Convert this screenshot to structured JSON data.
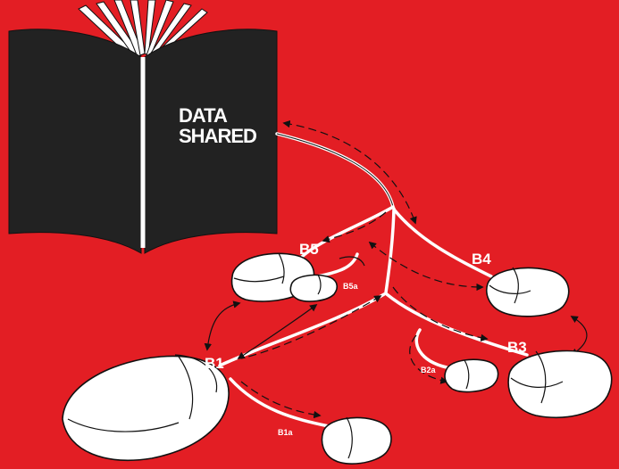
{
  "book": {
    "title_line1": "DATA",
    "title_line2": "SHARED"
  },
  "nodes": {
    "b1": "B1",
    "b1a": "B1a",
    "b2a": "B2a",
    "b3": "B3",
    "b4": "B4",
    "b5": "B5",
    "b5a": "B5a"
  },
  "colors": {
    "background": "#e31e24",
    "book": "#222222",
    "mouse": "#ffffff",
    "line": "#111111"
  }
}
